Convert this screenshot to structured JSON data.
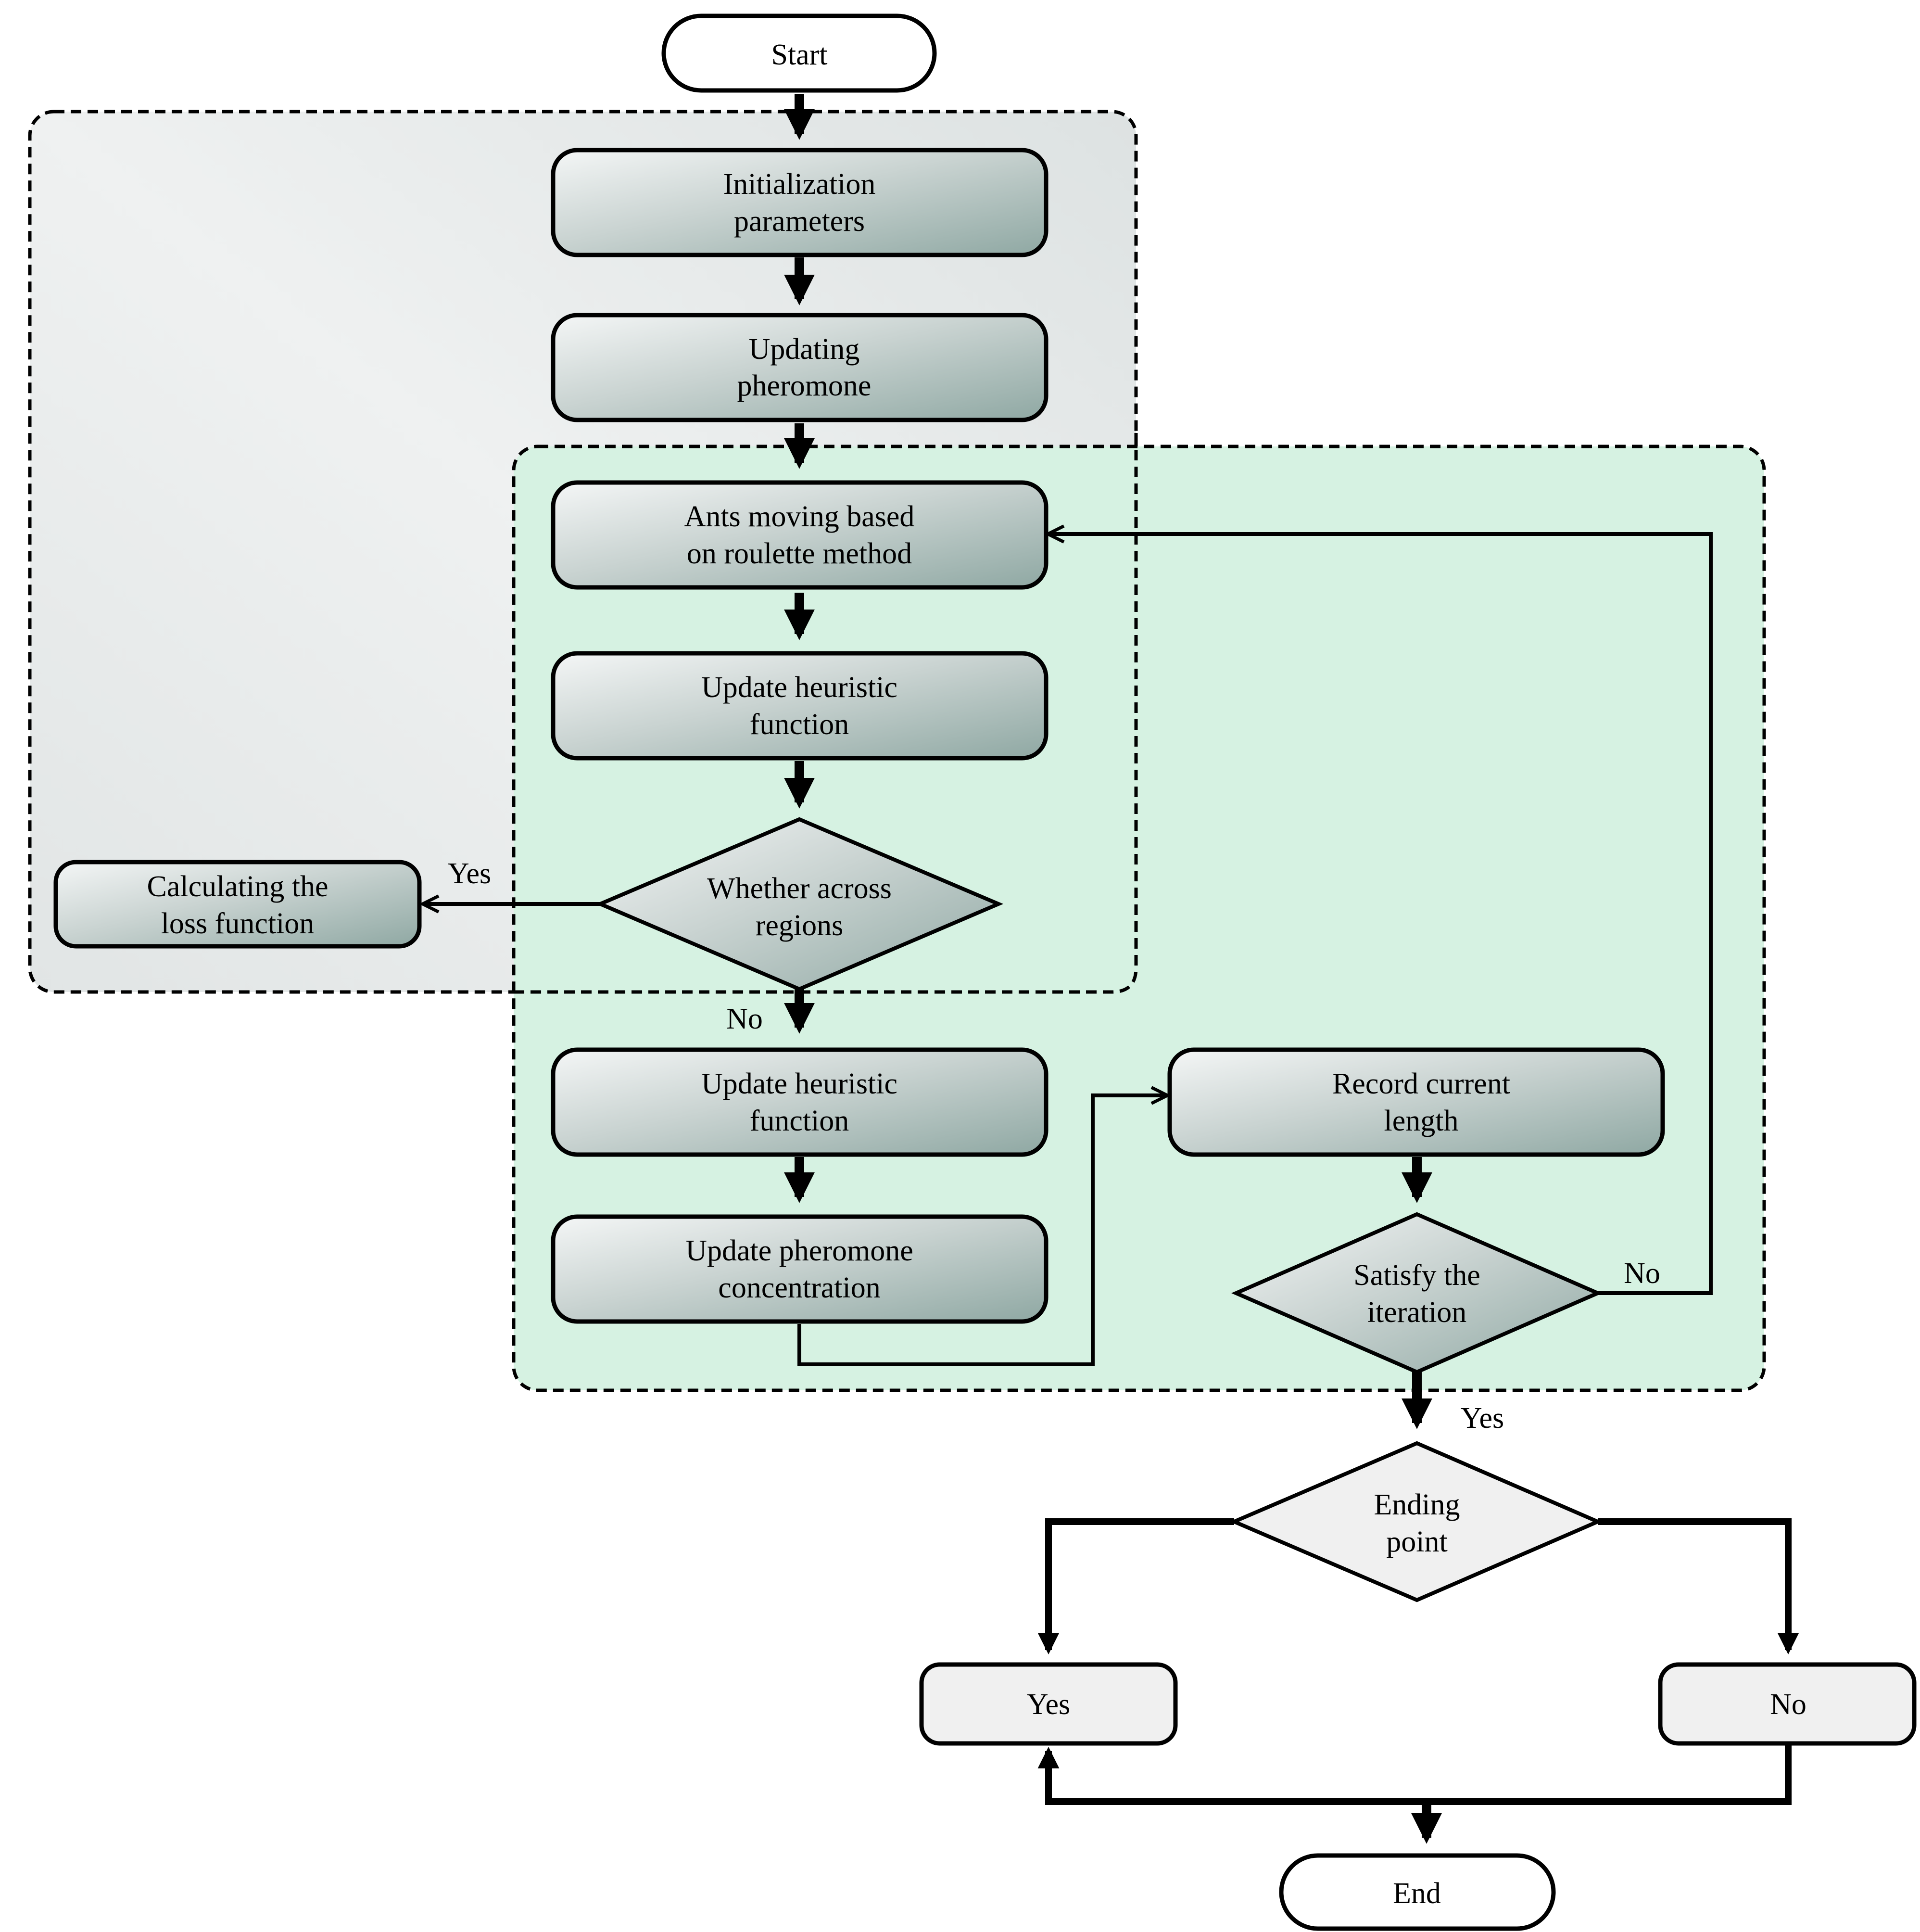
{
  "nodes": {
    "start": "Start",
    "init": [
      "Initialization",
      "parameters"
    ],
    "update_pheromone": [
      "Updating",
      "pheromone"
    ],
    "ants_moving": [
      "Ants moving based",
      "on roulette method"
    ],
    "update_heuristic_1": [
      "Update heuristic",
      "function"
    ],
    "across_regions": [
      "Whether across",
      "regions"
    ],
    "loss_function": [
      "Calculating the",
      "loss function"
    ],
    "update_heuristic_2": [
      "Update heuristic",
      "function"
    ],
    "update_concentration": [
      "Update pheromone",
      "concentration"
    ],
    "record_length": [
      "Record current",
      "length"
    ],
    "satisfy_iteration": [
      "Satisfy the",
      "iteration"
    ],
    "ending_point": [
      "Ending",
      "point"
    ],
    "end_yes": "Yes",
    "end_no": "No",
    "end": "End"
  },
  "edge_labels": {
    "regions_yes": "Yes",
    "regions_no": "No",
    "iteration_no": "No",
    "iteration_yes": "Yes"
  },
  "colors": {
    "gray_region": "#e6eaea",
    "green_region": "#d6f2e2",
    "box_dark": "#8fa8a3",
    "box_light": "#f4f6f6"
  }
}
